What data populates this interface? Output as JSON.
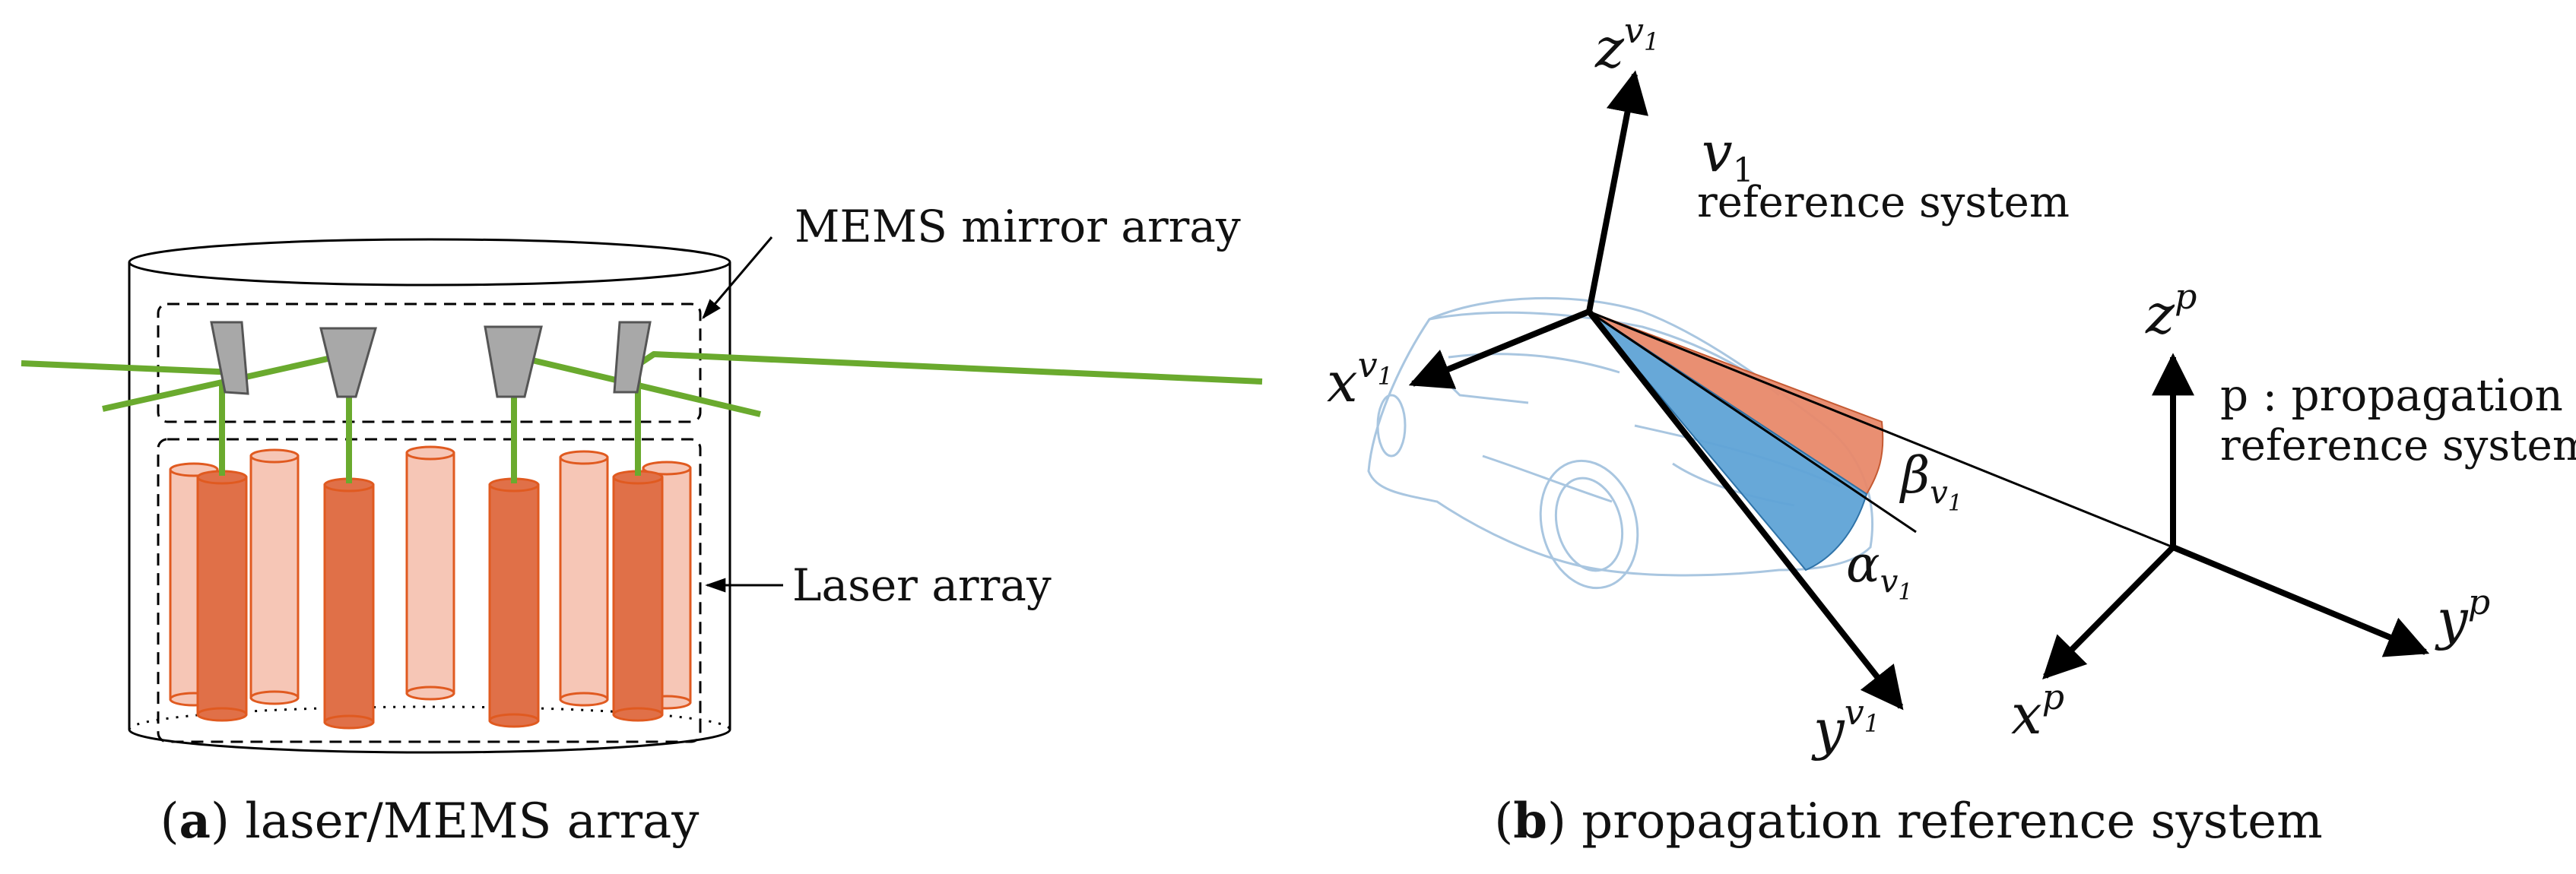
{
  "panel_a": {
    "caption_letter": "a",
    "caption_text": "laser/MEMS array",
    "mems_label": "MEMS mirror array",
    "laser_label": "Laser array",
    "colors": {
      "laser_light": "#f6c6b6",
      "laser_dark": "#e07048",
      "laser_edge": "#e05a20",
      "mirror": "#a8a8a8",
      "beam": "#6aaa2e"
    }
  },
  "panel_b": {
    "caption_letter": "b",
    "caption_text": "propagation reference system",
    "v1_title": "v",
    "v1_title_sub": "1",
    "v1_subtitle": "reference system",
    "p_title": "p : propagation",
    "p_subtitle": "reference system",
    "axes_v1": {
      "z": {
        "base": "z",
        "sup": "v",
        "sub": "1"
      },
      "x": {
        "base": "x",
        "sup": "v",
        "sub": "1"
      },
      "y": {
        "base": "y",
        "sup": "v",
        "sub": "1"
      }
    },
    "axes_p": {
      "z": {
        "base": "z",
        "sup": "p"
      },
      "x": {
        "base": "x",
        "sup": "p"
      },
      "y": {
        "base": "y",
        "sup": "p"
      }
    },
    "angle_beta": {
      "base": "β",
      "sub": "v",
      "subsub": "1"
    },
    "angle_alpha": {
      "base": "α",
      "sub": "v",
      "subsub": "1"
    },
    "colors": {
      "beta_fill": "#e8896a",
      "alpha_fill": "#5fa3d6",
      "car_outline": "#a9c6e0"
    }
  }
}
